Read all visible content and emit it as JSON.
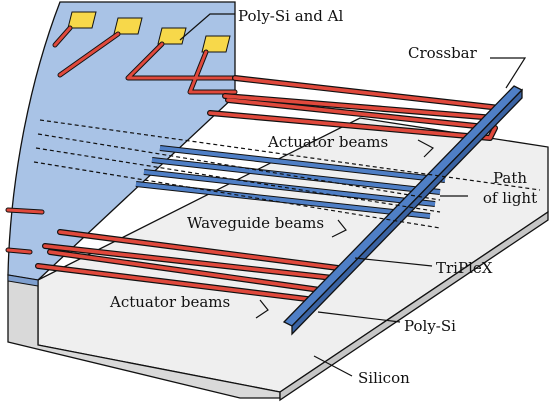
{
  "labels": {
    "poly_si_al": "Poly-Si and Al",
    "crossbar": "Crossbar",
    "actuator_top": "Actuator beams",
    "path_of_light_1": "Path",
    "path_of_light_2": "of light",
    "waveguide": "Waveguide beams",
    "triplex": "TriPleX",
    "actuator_bottom": "Actuator beams",
    "poly_si": "Poly-Si",
    "silicon": "Silicon"
  },
  "colors": {
    "background": "#ffffff",
    "triplex_blue": "#a9c3e6",
    "beam_blue": "#4f7fc6",
    "poly_si_red": "#e0493c",
    "aluminium_yellow": "#f7d84a",
    "silicon_top": "#efefef",
    "silicon_front": "#d9d9d9",
    "silicon_side": "#c6c6c6",
    "outline": "#111111"
  }
}
